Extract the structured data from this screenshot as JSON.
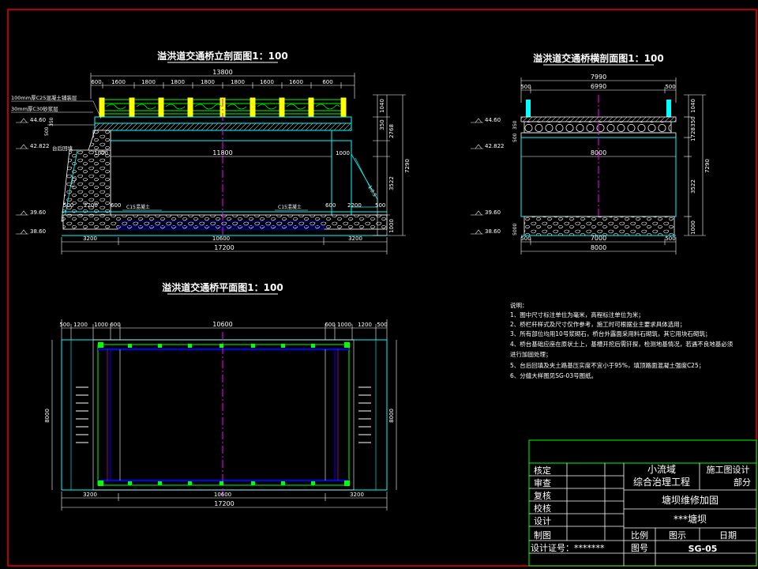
{
  "drawing": {
    "titles": {
      "elevation": "溢洪道交通桥立剖面图1：100",
      "cross_section": "溢洪道交通桥横剖面图1：100",
      "plan": "溢洪道交通桥平面图1：100"
    },
    "elevation": {
      "top_dims": [
        "600",
        "1600",
        "1800",
        "1800",
        "1800",
        "1800",
        "1600",
        "1600",
        "600"
      ],
      "total_top": "13800",
      "span": "11800",
      "side_1000": "1000",
      "inner_600_left": "600",
      "inner_600_right": "600",
      "bottom_left": "3200",
      "bottom_mid": "10600",
      "bottom_right": "3200",
      "total_bottom": "17200",
      "dim_500_left": "500",
      "dim_2200_left": "2200",
      "dim_2200_right": "2200",
      "dim_500_right": "500",
      "dim_600_right": "600",
      "right_dims": [
        "1040",
        "350",
        "2768",
        "3522",
        "1000"
      ],
      "right_total": "7290",
      "left_small_dims": [
        "500",
        "350"
      ],
      "levels": [
        "44.60",
        "42.822",
        "39.60",
        "38.60"
      ],
      "layer_labels": [
        "100mm厚C25混凝土铺装层",
        "30mm厚C30砂浆层"
      ],
      "fill_label": "台后回填",
      "slope_label": "1:0.5",
      "concrete_label_left": "C15混凝土",
      "concrete_label_right": "C15混凝土"
    },
    "cross_section": {
      "total_top": "7990",
      "inner": "6990",
      "dim_500_left": "500",
      "dim_500_right": "500",
      "mid": "8000",
      "bottom_inner": "7000",
      "bottom_total": "8000",
      "bottom_500_left": "500",
      "bottom_500_right": "500",
      "right_dims": [
        "1040",
        "350",
        "1728",
        "3522",
        "1000"
      ],
      "right_total": "7290",
      "left_small_dims": [
        "500",
        "350"
      ],
      "left_bottom_dim": "5000",
      "levels": [
        "44.60",
        "42.822",
        "39.60",
        "38.60"
      ]
    },
    "plan": {
      "top_dims": [
        "500",
        "1200",
        "1000",
        "600",
        "10600",
        "600",
        "1000",
        "1200",
        "500"
      ],
      "side_dim_left": "8000",
      "side_dim_right": "8000",
      "bottom_left": "3200",
      "bottom_mid": "10600",
      "bottom_right": "3200",
      "total": "17200"
    },
    "notes": {
      "heading": "说明：",
      "items": [
        "1、图中尺寸标注单位为毫米，高程标注单位为米；",
        "2、桥栏杆样式及尺寸仅作参考，施工时可根据业主要求具体选用；",
        "3、所有部位均用10号浆砌石，桥台外露面采用料石砌筑，其它用块石砌筑；",
        "4、桥台基础应座在原状土上，基槽开挖后需钎探，检测地基情况，若遇不良地基必须",
        "进行加固处理；",
        "5、台后回填及夹土路基压实度不宜小于95%，填顶路面混凝土强度C25；",
        "6、分缝大样图见SG-03号图纸。"
      ]
    },
    "title_block": {
      "rows": [
        "核定",
        "审查",
        "复核",
        "校核",
        "设计",
        "制图"
      ],
      "project_line1": "小流域",
      "project_line2": "综合治理工程",
      "stage": "施工图设计",
      "dept": "部分",
      "drawing_name": "塘坝维修加固",
      "site": "***塘坝",
      "scale_label": "比例",
      "figure_label": "图示",
      "date_label": "日期",
      "cert_label": "设计证号：*******",
      "number_label": "图号",
      "number": "SG-05"
    },
    "colors": {
      "frame": "#ff0000",
      "white": "#ffffff",
      "cyan": "#00ffff",
      "green": "#00ff00",
      "yellow": "#ffff00",
      "magenta": "#ff00ff",
      "blue": "#0000ff"
    }
  }
}
